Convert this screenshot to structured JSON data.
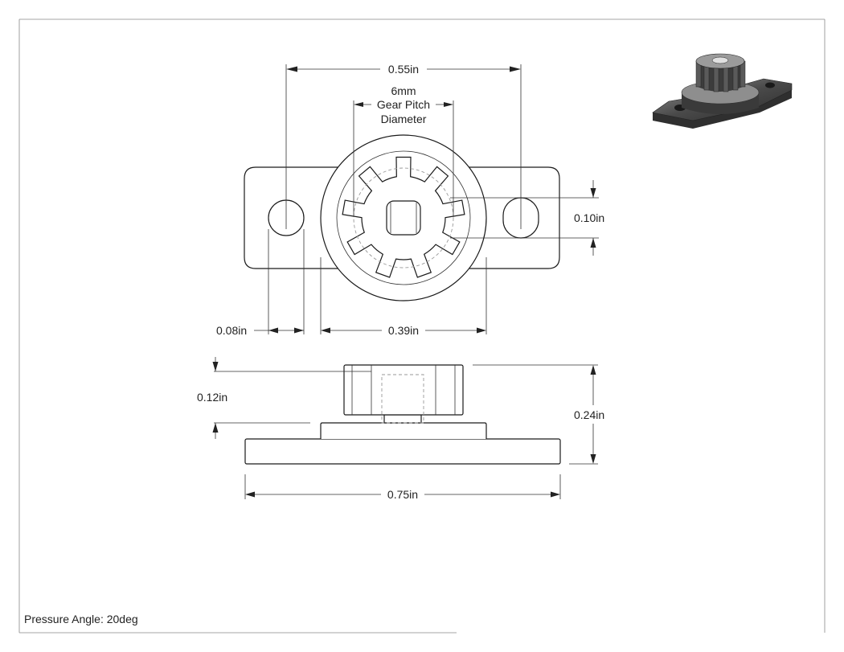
{
  "drawing": {
    "dimensions": {
      "overall_width_top": "0.55in",
      "pitch_label_line1": "6mm",
      "pitch_label_line2": "Gear Pitch",
      "pitch_label_line3": "Diameter",
      "slot_height": "0.10in",
      "hole_diameter": "0.08in",
      "hub_diameter": "0.39in",
      "gear_height": "0.12in",
      "total_height": "0.24in",
      "base_length": "0.75in"
    },
    "note": "Pressure Angle: 20deg"
  }
}
